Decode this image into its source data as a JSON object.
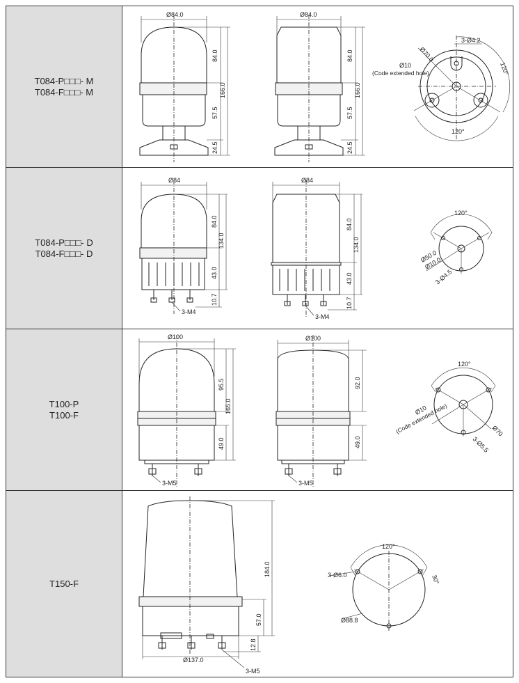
{
  "rows": [
    {
      "models": [
        "T084-P□□□- M",
        "T084-F□□□- M"
      ],
      "lamp_a": {
        "dia": "Ø84.0",
        "h_top": "84.0",
        "h_mid": "57.5",
        "h_base": "24.5",
        "h_total": "166.0"
      },
      "lamp_b": {
        "dia": "Ø84.0",
        "h_top": "84.0",
        "h_mid": "57.5",
        "h_base": "24.5",
        "h_total": "166.0"
      },
      "mount": {
        "holes": "3-Ø4.2",
        "pcd": "Ø70.0",
        "center": "Ø10",
        "center_note": "(Code extended hole)",
        "angle_right": "120°",
        "angle_bottom": "120°"
      }
    },
    {
      "models": [
        "T084-P□□□- D",
        "T084-F□□□- D"
      ],
      "lamp_a": {
        "dia": "Ø84",
        "h_top": "84.0",
        "h_total": "134.0",
        "h_mid": "43.0",
        "h_term": "10.7",
        "thread": "3-M4"
      },
      "lamp_b": {
        "dia": "Ø84",
        "h_top": "84.0",
        "h_total": "134.0",
        "h_mid": "43.0",
        "h_term": "10.7",
        "thread": "3-M4"
      },
      "mount": {
        "angle": "120°",
        "pcd": "Ø50.0",
        "center": "Ø10.0",
        "holes": "3-Ø4.5"
      }
    },
    {
      "models": [
        "T100-P",
        "T100-F"
      ],
      "lamp_a": {
        "dia": "Ø100",
        "h_top": "95.5",
        "h_total": "165.0",
        "h_mid": "49.0",
        "thread": "3-M5"
      },
      "lamp_b": {
        "dia": "Ø100",
        "h_top": "92.0",
        "h_mid": "49.0",
        "thread": "3-M5"
      },
      "mount": {
        "angle": "120°",
        "center": "Ø10",
        "center_note": "(Code extended hole)",
        "pcd": "Ø70",
        "holes": "3-Ø5.5"
      }
    },
    {
      "models": [
        "T150-F"
      ],
      "lamp_a": {
        "h_total": "184.0",
        "h_mid": "57.0",
        "h_term": "12.8",
        "dia": "Ø137.0",
        "thread": "3-M5"
      },
      "mount": {
        "angle": "120°",
        "holes": "3-Ø6.0",
        "angle_small": "30°",
        "pcd": "Ø88.8"
      }
    }
  ]
}
